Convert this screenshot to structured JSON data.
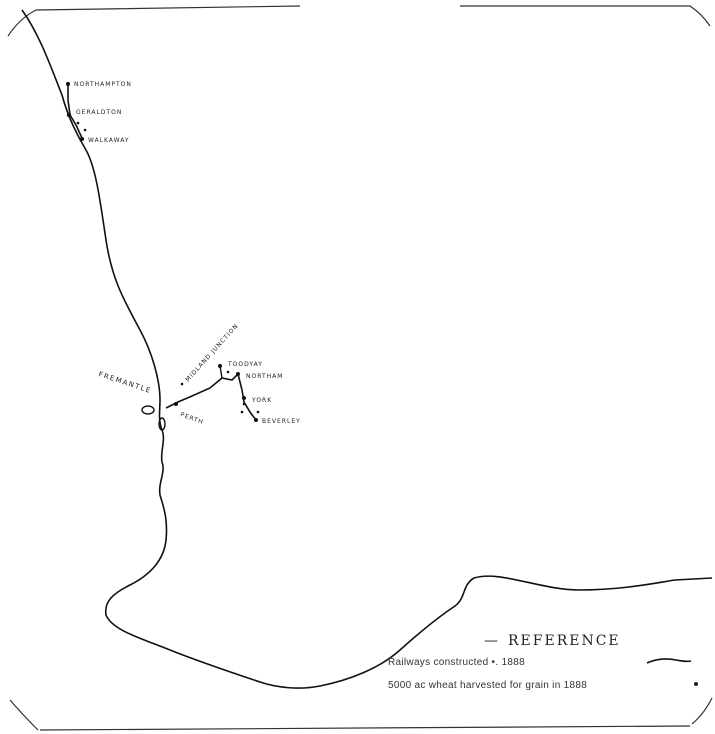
{
  "map": {
    "places": {
      "northampton": "NORTHAMPTON",
      "geraldton": "GERALDTON",
      "walkaway": "WALKAWAY",
      "midland_junction": "MIDLAND JUNCTION",
      "fremantle": "FREMANTLE",
      "perth": "PERTH",
      "toodyay": "TOODYAY",
      "northam": "NORTHAM",
      "york": "YORK",
      "beverley": "BEVERLEY"
    },
    "colors": {
      "ink": "#1a1a1a",
      "paper": "#ffffff"
    }
  },
  "legend": {
    "title": "REFERENCE",
    "railways": "Railways   constructed   •.   1888",
    "wheat": "5000 ac wheat  harvested  for grain in 1888"
  }
}
